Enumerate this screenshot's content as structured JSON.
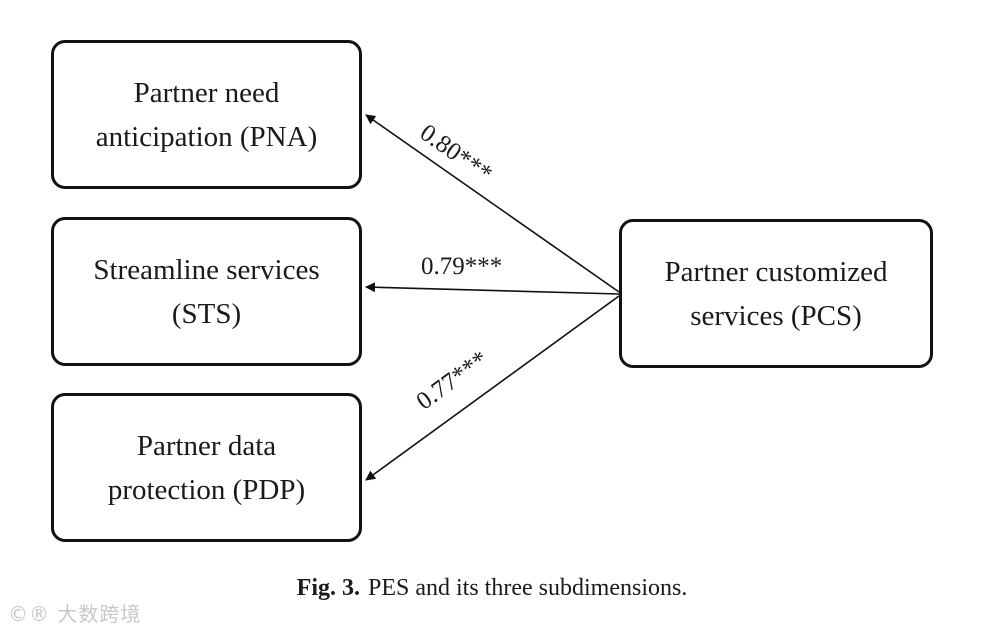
{
  "nodes": {
    "pna": {
      "lines": [
        "Partner need",
        "anticipation (PNA)"
      ]
    },
    "sts": {
      "lines": [
        "Streamline services",
        "(STS)"
      ]
    },
    "pdp": {
      "lines": [
        "Partner data",
        "protection (PDP)"
      ]
    },
    "pcs": {
      "lines": [
        "Partner customized",
        "services (PCS)"
      ]
    }
  },
  "paths": [
    {
      "from": "Partner customized services (PCS)",
      "to": "Partner need anticipation (PNA)",
      "coefficient": "0.80***"
    },
    {
      "from": "Partner customized services (PCS)",
      "to": "Streamline services (STS)",
      "coefficient": "0.79***"
    },
    {
      "from": "Partner customized services (PCS)",
      "to": "Partner data protection (PDP)",
      "coefficient": "0.77***"
    }
  ],
  "caption": {
    "label": "Fig. 3.",
    "text": "PES and its three subdimensions."
  },
  "watermark": "©® 大数跨境"
}
